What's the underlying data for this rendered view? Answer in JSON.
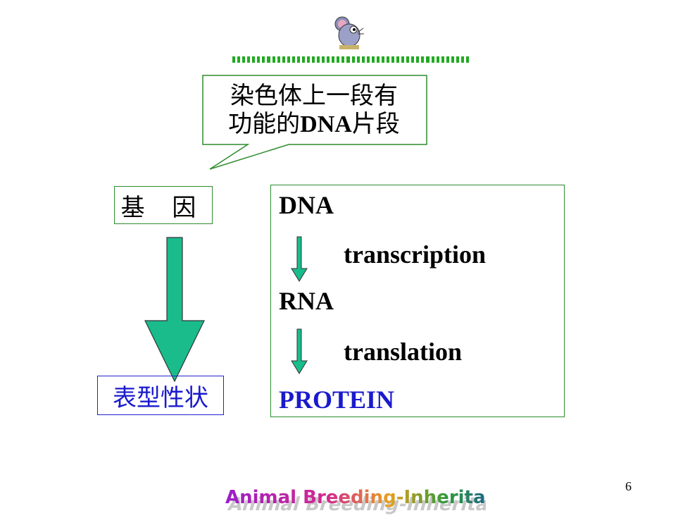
{
  "callout": {
    "line1": "染色体上一段有",
    "line2_cn": "功能的",
    "line2_bold": "DNA",
    "line2_end": "片段"
  },
  "gene": {
    "label": "基 因"
  },
  "phenotype": {
    "label": "表型性状"
  },
  "flow": {
    "dna": "DNA",
    "transcription": "transcription",
    "rna": "RNA",
    "translation": "translation",
    "protein": "PROTEIN"
  },
  "footer": {
    "text": "Animal Breeding-Inheritance"
  },
  "page_number": "6",
  "colors": {
    "green_border": "#2e8b2e",
    "arrow_fill": "#1abc8c",
    "protein_blue": "#1a1acc"
  }
}
